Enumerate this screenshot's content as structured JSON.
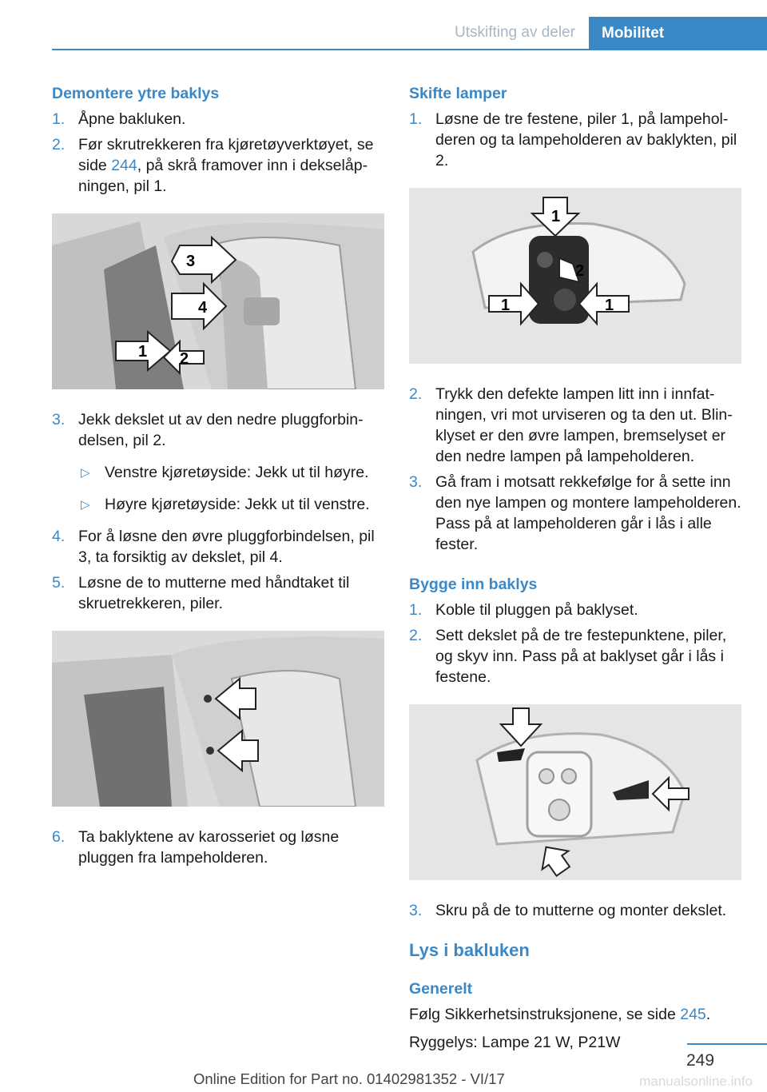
{
  "header": {
    "section": "Utskifting av deler",
    "tab": "Mobilitet"
  },
  "left": {
    "heading": "Demontere ytre baklys",
    "steps_a": [
      {
        "num": "1.",
        "text": "Åpne bakluken."
      },
      {
        "num": "2.",
        "pre": "Før skrutrekkeren fra kjøretøyverktøyet, se side ",
        "link": "244",
        "post": ", på skrå framover inn i dekselåp­ningen, pil 1."
      }
    ],
    "fig1": {
      "labels": [
        "3",
        "4",
        "1",
        "2"
      ]
    },
    "steps_b": [
      {
        "num": "3.",
        "text": "Jekk dekslet ut av den nedre pluggforbin­delsen, pil 2."
      }
    ],
    "subs": [
      {
        "bullet": "▷",
        "text": "Venstre kjøretøyside: Jekk ut til høyre."
      },
      {
        "bullet": "▷",
        "text": "Høyre kjøretøyside: Jekk ut til venstre."
      }
    ],
    "steps_c": [
      {
        "num": "4.",
        "text": "For å løsne den øvre pluggforbindelsen, pil 3, ta forsiktig av dekslet, pil 4."
      },
      {
        "num": "5.",
        "text": "Løsne de to mutterne med håndtaket til skruetrekkeren, piler."
      }
    ],
    "steps_d": [
      {
        "num": "6.",
        "text": "Ta baklyktene av karosseriet og løsne pluggen fra lampeholderen."
      }
    ]
  },
  "right": {
    "heading1": "Skifte lamper",
    "steps_a": [
      {
        "num": "1.",
        "text": "Løsne de tre festene, piler 1, på lampehol­deren og ta lampeholderen av baklykten, pil 2."
      }
    ],
    "fig3": {
      "labels": [
        "1",
        "2",
        "1",
        "1"
      ]
    },
    "steps_b": [
      {
        "num": "2.",
        "text": "Trykk den defekte lampen litt inn i innfat­ningen, vri mot urviseren og ta den ut. Blin­klyset er den øvre lampen, bremselyset er den nedre lampen på lampeholderen."
      },
      {
        "num": "3.",
        "text": "Gå fram i motsatt rekkefølge for å sette inn den nye lampen og montere lampeholde­ren. Pass på at lampeholderen går i lås i alle fester."
      }
    ],
    "heading2": "Bygge inn baklys",
    "steps_c": [
      {
        "num": "1.",
        "text": "Koble til pluggen på baklyset."
      },
      {
        "num": "2.",
        "text": "Sett dekslet på de tre festepunktene, piler, og skyv inn. Pass på at baklyset går i lås i festene."
      }
    ],
    "steps_d": [
      {
        "num": "3.",
        "text": "Skru på de to mutterne og monter dekslet."
      }
    ],
    "section_title": "Lys i bakluken",
    "heading3": "Generelt",
    "para1_pre": "Følg Sikkerhetsinstruksjonene, se side ",
    "para1_link": "245",
    "para1_post": ".",
    "para2": "Ryggelys: Lampe 21 W, P21W"
  },
  "footer": {
    "page": "249",
    "edition": "Online Edition for Part no. 01402981352 - VI/17",
    "watermark": "manualsonline.info"
  },
  "colors": {
    "accent": "#3b88c7",
    "header_gray": "#a9b6c4",
    "figure_bg": "#e4e5e4"
  }
}
